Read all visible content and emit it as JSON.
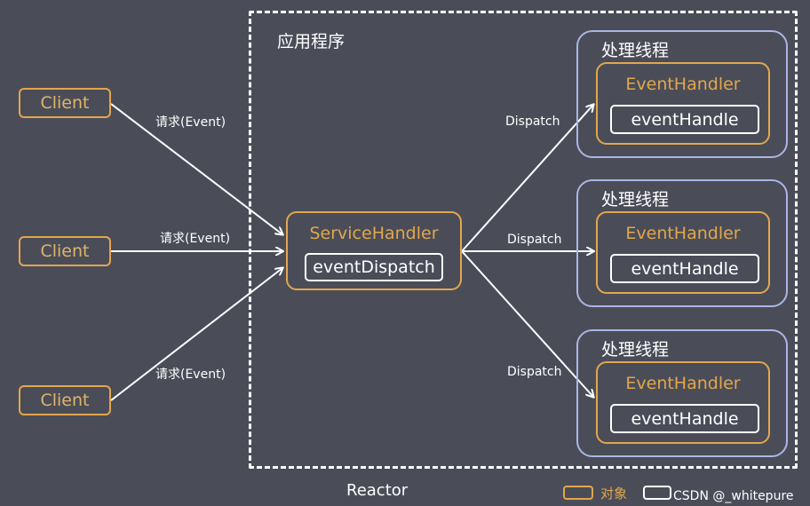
{
  "app_box": {
    "title": "应用程序",
    "label": "Reactor"
  },
  "clients": [
    {
      "label": "Client",
      "request": "请求(Event)"
    },
    {
      "label": "Client",
      "request": "请求(Event)"
    },
    {
      "label": "Client",
      "request": "请求(Event)"
    }
  ],
  "service_handler": {
    "title": "ServiceHandler",
    "method": "eventDispatch"
  },
  "dispatch_label": "Dispatch",
  "threads": [
    {
      "title": "处理线程",
      "handler": "EventHandler",
      "method": "eventHandle"
    },
    {
      "title": "处理线程",
      "handler": "EventHandler",
      "method": "eventHandle"
    },
    {
      "title": "处理线程",
      "handler": "EventHandler",
      "method": "eventHandle"
    }
  ],
  "legend": {
    "object_label": "对象"
  },
  "watermark": "CSDN @_whitepure",
  "colors": {
    "background": "#4a4d57",
    "object_border": "#e3a64e",
    "thread_border": "#a9b6e6",
    "line": "#ffffff"
  }
}
